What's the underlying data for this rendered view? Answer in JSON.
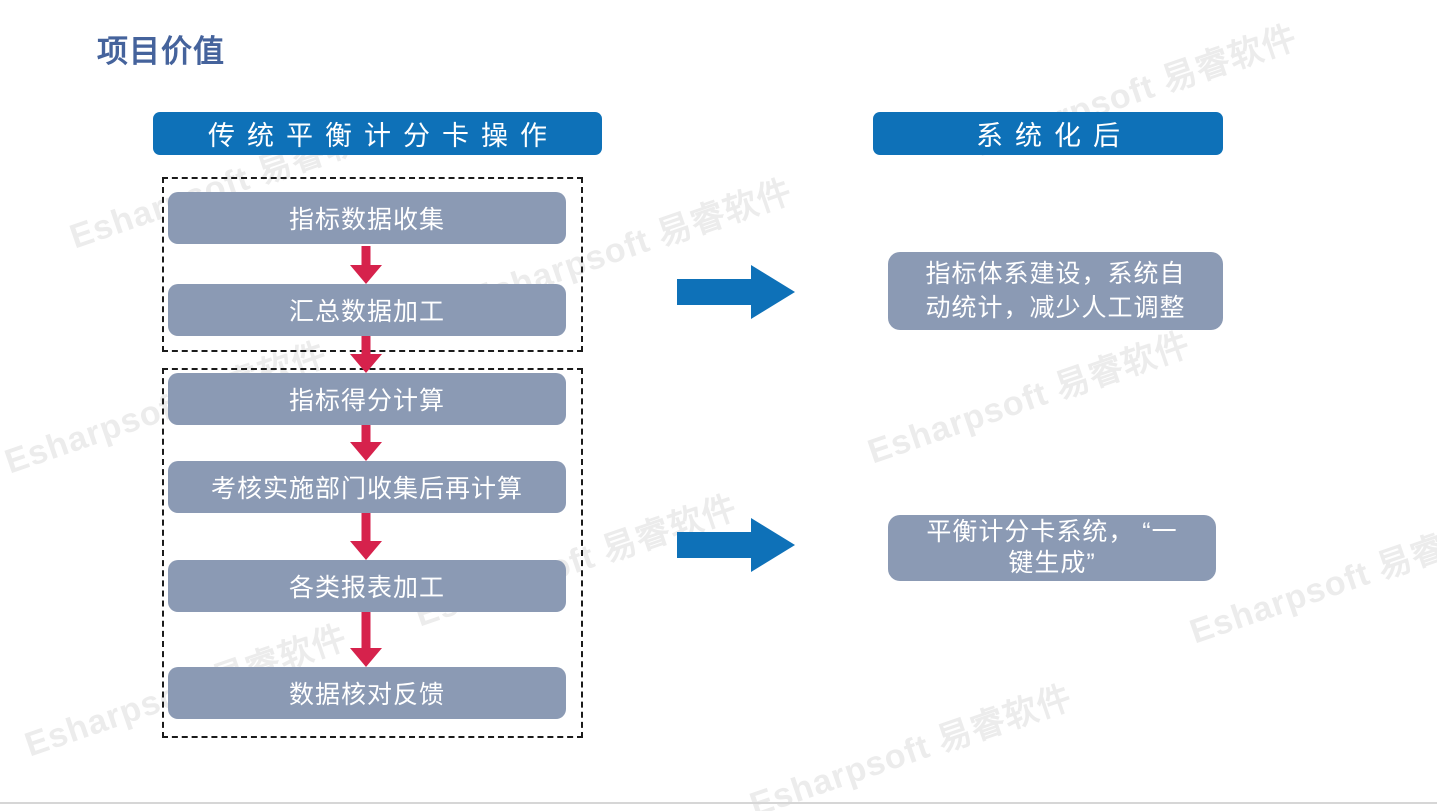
{
  "slide": {
    "title": "项目价值",
    "watermark_text": "Esharpsoft 易睿软件",
    "colors": {
      "header_blue": "#0E71B8",
      "process_box_gray": "#8B9AB4",
      "flow_arrow_red": "#D6224C",
      "title_blue": "#45639C",
      "watermark_gray": "#ECECEC"
    }
  },
  "left_column": {
    "header": "传统平衡计分卡操作",
    "group1_steps": [
      "指标数据收集",
      "汇总数据加工"
    ],
    "group2_steps": [
      "指标得分计算",
      "考核实施部门收集后再计算",
      "各类报表加工",
      "数据核对反馈"
    ]
  },
  "right_column": {
    "header": "系统化后",
    "results": [
      {
        "line1": "指标体系建设，系统自",
        "line2": "动统计，减少人工调整"
      },
      {
        "line1": "平衡计分卡系统， “一",
        "line2": "键生成”"
      }
    ]
  }
}
